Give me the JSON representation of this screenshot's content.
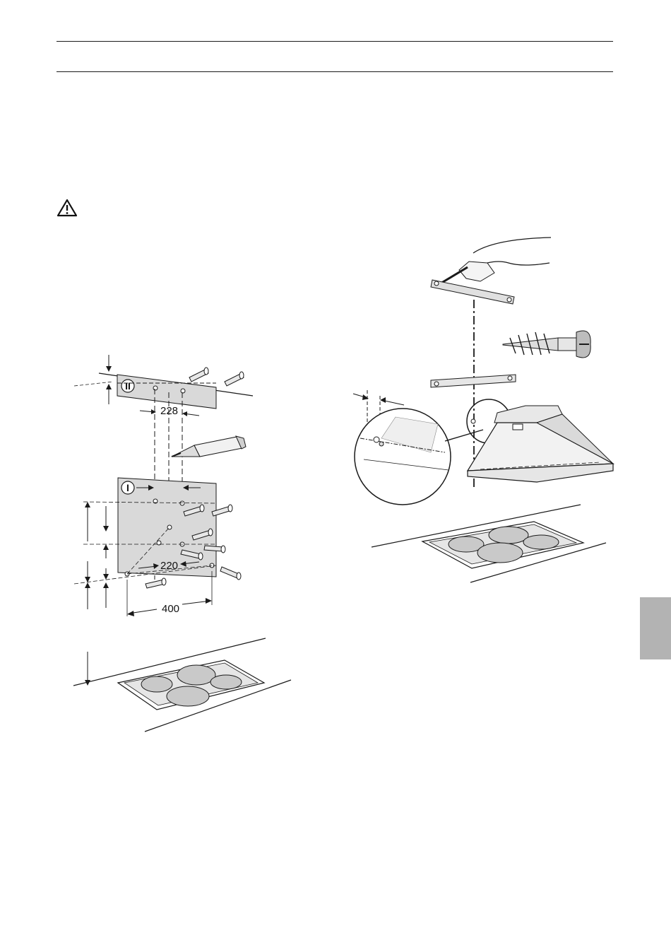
{
  "figure_left": {
    "top_plate_label": "II",
    "bottom_plate_label": "I",
    "dim_top_holes": "228",
    "dim_middle_holes": "220",
    "dim_bottom_width": "400"
  },
  "colors": {
    "plate_fill": "#d9d9d9",
    "line": "#1a1a1a",
    "side_tab": "#b3b3b3"
  },
  "icons": [
    "warning-icon",
    "pencil-icon",
    "screw-icon",
    "hand-screwdriver-icon",
    "wall-plug-icon",
    "cooktop-icon",
    "hood-icon"
  ]
}
